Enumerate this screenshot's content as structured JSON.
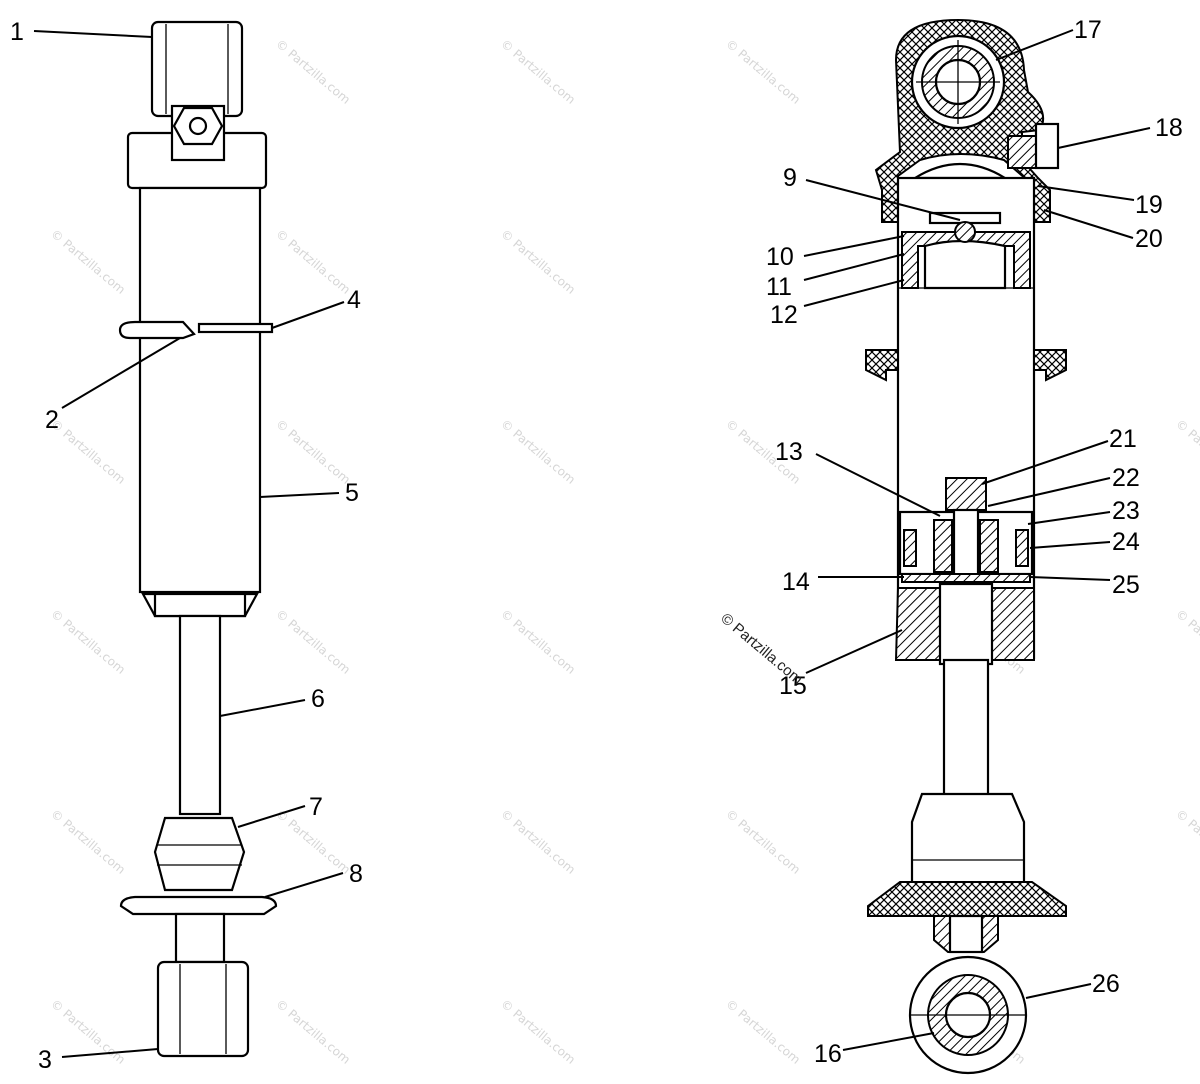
{
  "callouts": {
    "c1": "1",
    "c2": "2",
    "c3": "3",
    "c4": "4",
    "c5": "5",
    "c6": "6",
    "c7": "7",
    "c8": "8",
    "c9": "9",
    "c10": "10",
    "c11": "11",
    "c12": "12",
    "c13": "13",
    "c14": "14",
    "c15": "15",
    "c16": "16",
    "c17": "17",
    "c18": "18",
    "c19": "19",
    "c20": "20",
    "c21": "21",
    "c22": "22",
    "c23": "23",
    "c24": "24",
    "c25": "25",
    "c26": "26"
  },
  "watermark": "© Partzilla.com"
}
